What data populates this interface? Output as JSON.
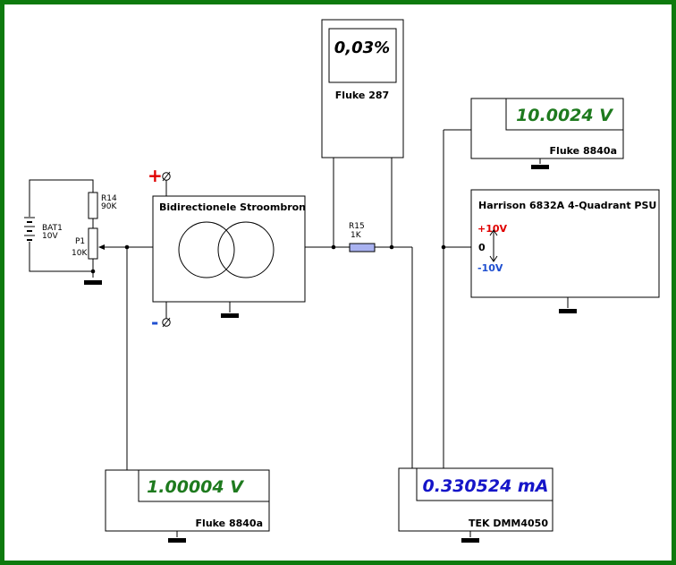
{
  "colors": {
    "border": "#0e7a0e",
    "reading_green": "#1e7a1e",
    "reading_blue": "#1515c8",
    "plus_red": "#e00000",
    "minus_blue": "#1f4fd0",
    "resistor_fill": "#a9b2f0"
  },
  "battery": {
    "name": "BAT1",
    "value": "10V"
  },
  "r14": {
    "name": "R14",
    "value": "90K"
  },
  "p1": {
    "name": "P1",
    "value": "10K"
  },
  "r15": {
    "name": "R15",
    "value": "1K"
  },
  "bridge": {
    "title": "Bidirectionele Stroombron",
    "plus": "+",
    "minus": "-"
  },
  "fluke287": {
    "reading": "0,03%",
    "label": "Fluke 287"
  },
  "fluke8840_top": {
    "reading": "10.0024 V",
    "label": "Fluke 8840a"
  },
  "psu": {
    "title": "Harrison 6832A 4-Quadrant PSU",
    "plus": "+10V",
    "zero": "0",
    "minus": "-10V"
  },
  "fluke8840_bottom": {
    "reading": "1.00004 V",
    "label": "Fluke 8840a"
  },
  "tek": {
    "reading": "0.330524 mA",
    "label": "TEK DMM4050"
  }
}
